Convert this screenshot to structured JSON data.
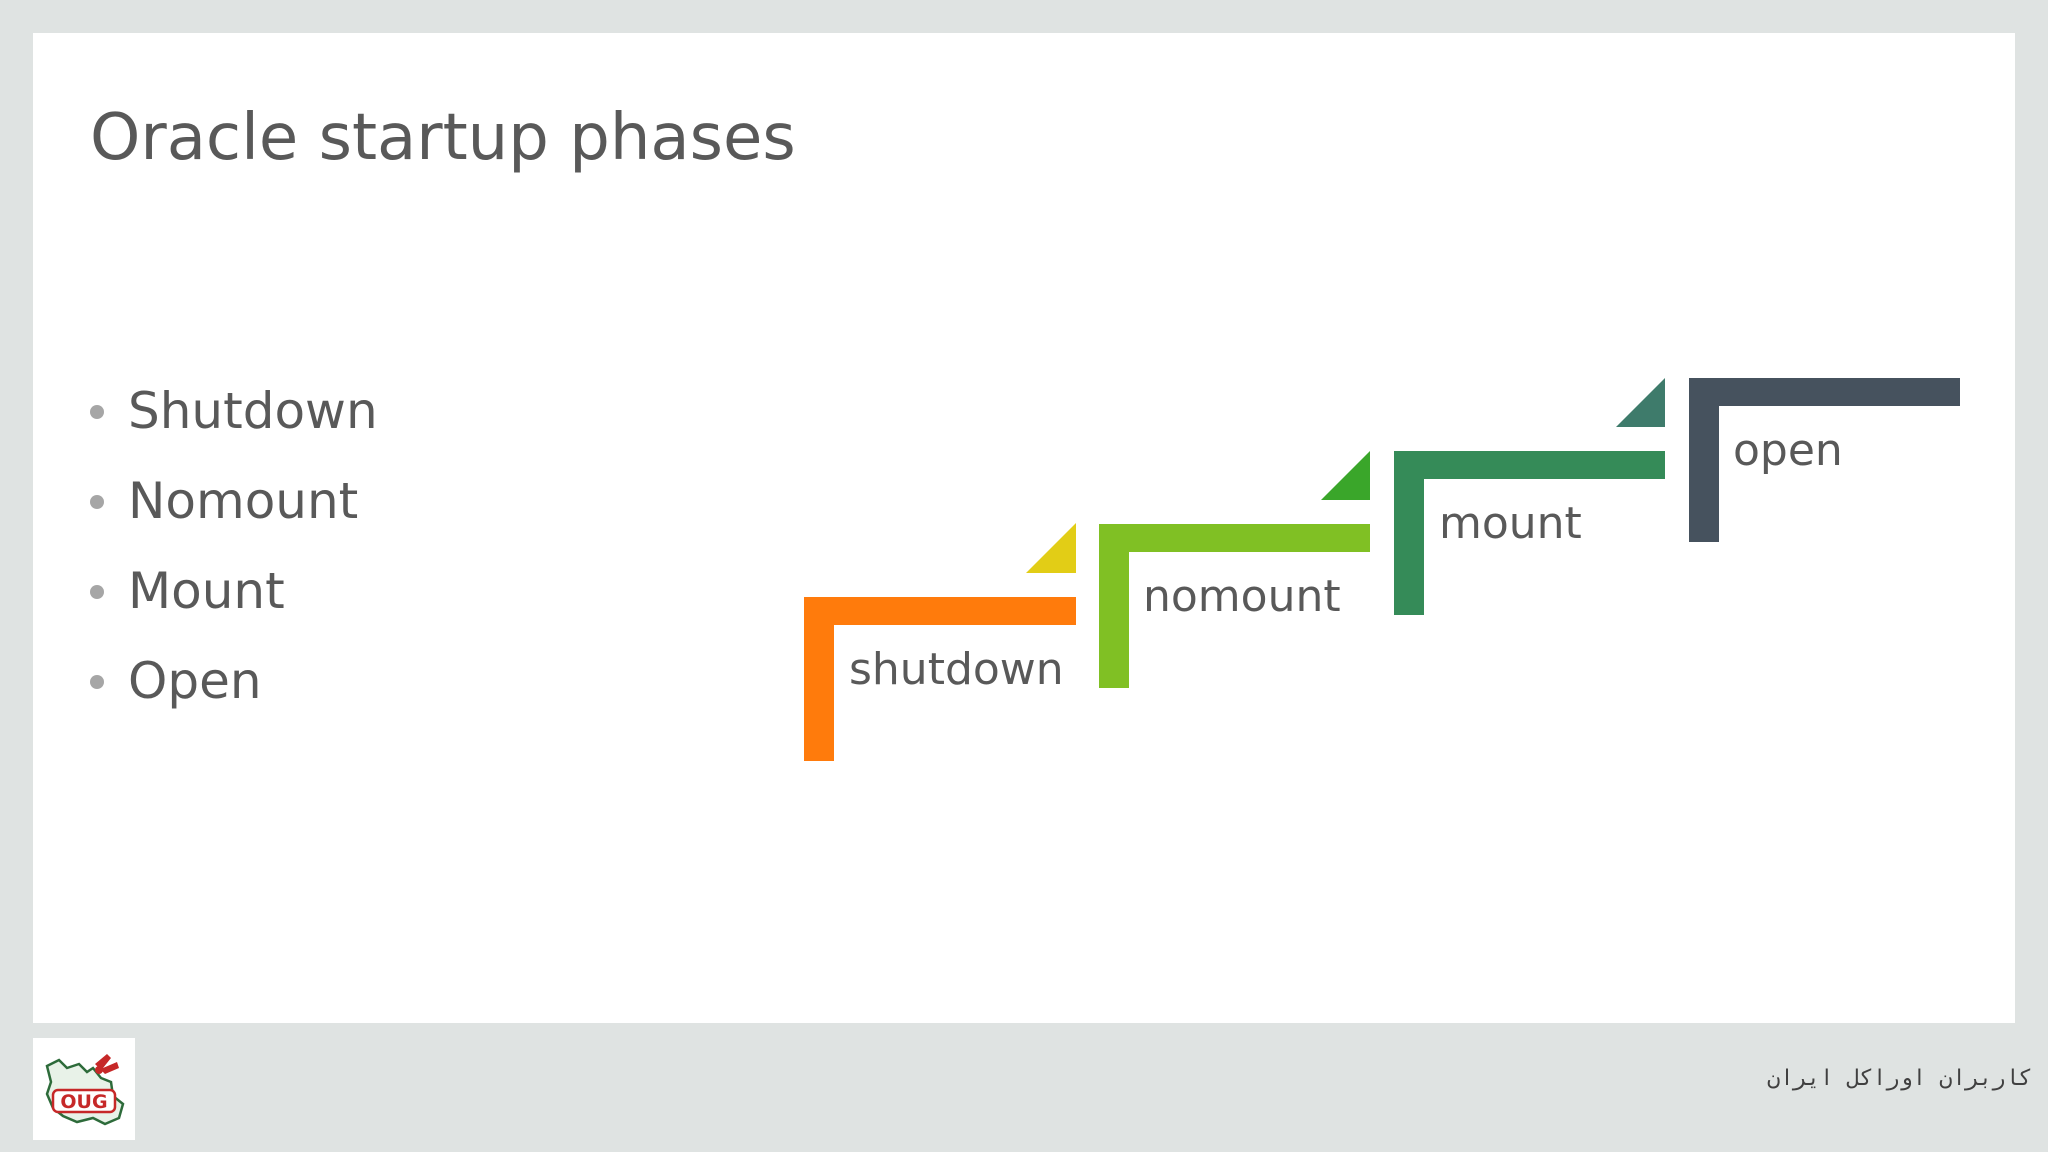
{
  "slide": {
    "title": "Oracle startup phases",
    "bullets": [
      {
        "label": "Shutdown"
      },
      {
        "label": "Nomount"
      },
      {
        "label": "Mount"
      },
      {
        "label": "Open"
      }
    ]
  },
  "steps": [
    {
      "label": "shutdown",
      "bar_color": "#ff7b0c",
      "accent_color": "#e2cd16"
    },
    {
      "label": "nomount",
      "bar_color": "#80c024",
      "accent_color": "#3aa62a"
    },
    {
      "label": "mount",
      "bar_color": "#358b58",
      "accent_color": "#3e7b6b"
    },
    {
      "label": "open",
      "bar_color": "#46525e",
      "accent_color": null
    }
  ],
  "footer": {
    "logo_icon": "oug-logo-icon",
    "logo_text": "OUG",
    "org_name": "کاربران اوراکل ایران"
  }
}
